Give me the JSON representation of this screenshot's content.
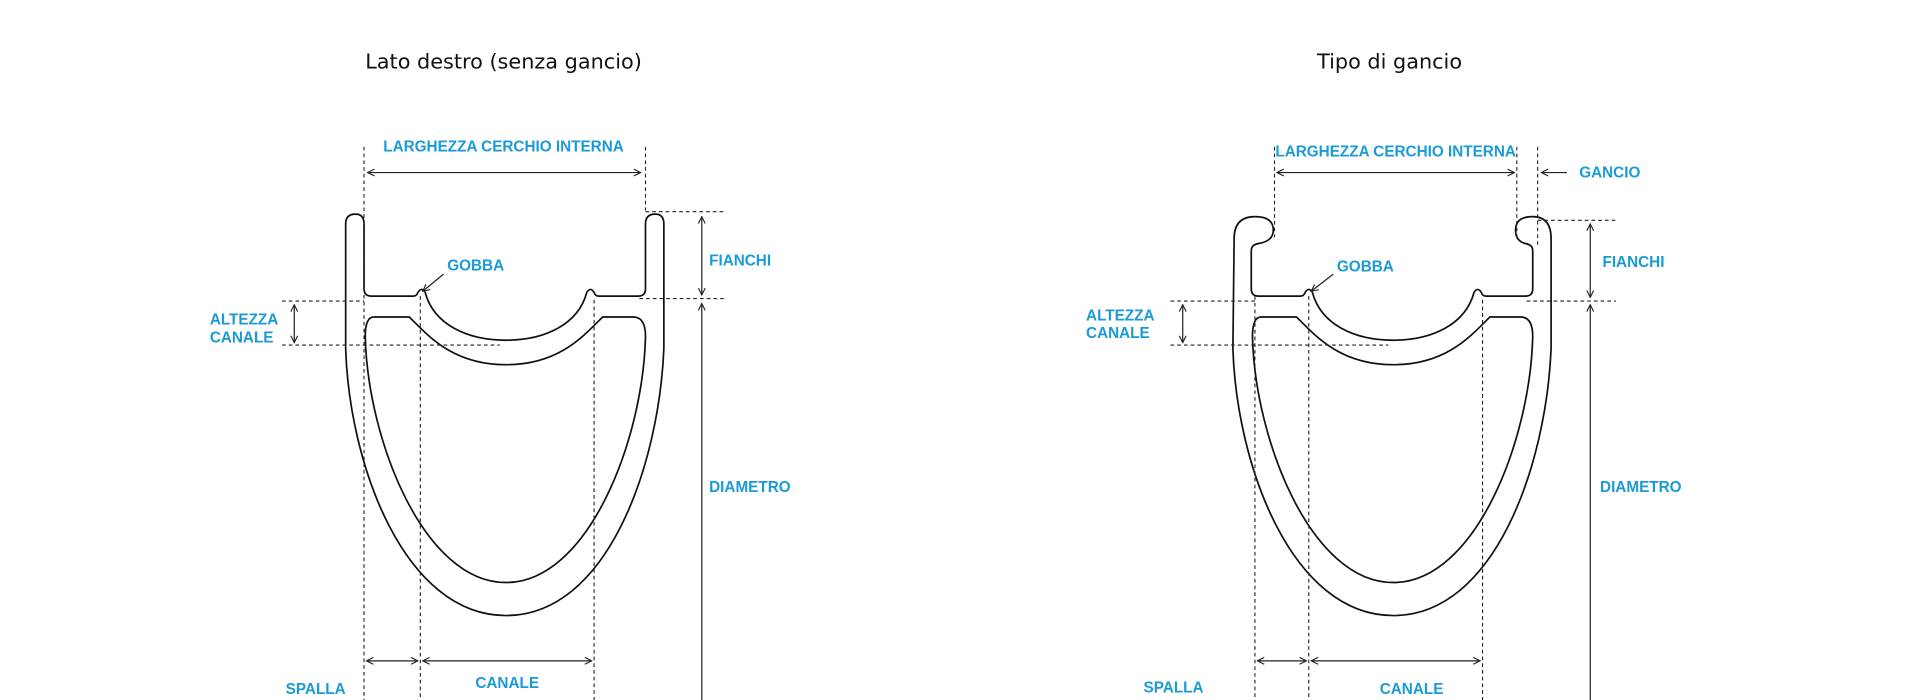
{
  "colors": {
    "label": "#1a9ad6",
    "line": "#111111"
  },
  "left": {
    "title": "Lato destro (senza gancio)",
    "labels": {
      "inner_width": "LARGHEZZA CERCHIO INTERNA",
      "hump": "GOBBA",
      "sidewalls": "FIANCHI",
      "channel_depth_1": "ALTEZZA",
      "channel_depth_2": "CANALE",
      "diameter": "DIAMETRO",
      "shoulder": "SPALLA",
      "channel": "CANALE"
    }
  },
  "right": {
    "title": "Tipo di gancio",
    "labels": {
      "inner_width": "LARGHEZZA CERCHIO INTERNA",
      "hook": "GANCIO",
      "hump": "GOBBA",
      "sidewalls": "FIANCHI",
      "channel_depth_1": "ALTEZZA",
      "channel_depth_2": "CANALE",
      "diameter": "DIAMETRO",
      "shoulder": "SPALLA",
      "channel": "CANALE"
    }
  }
}
